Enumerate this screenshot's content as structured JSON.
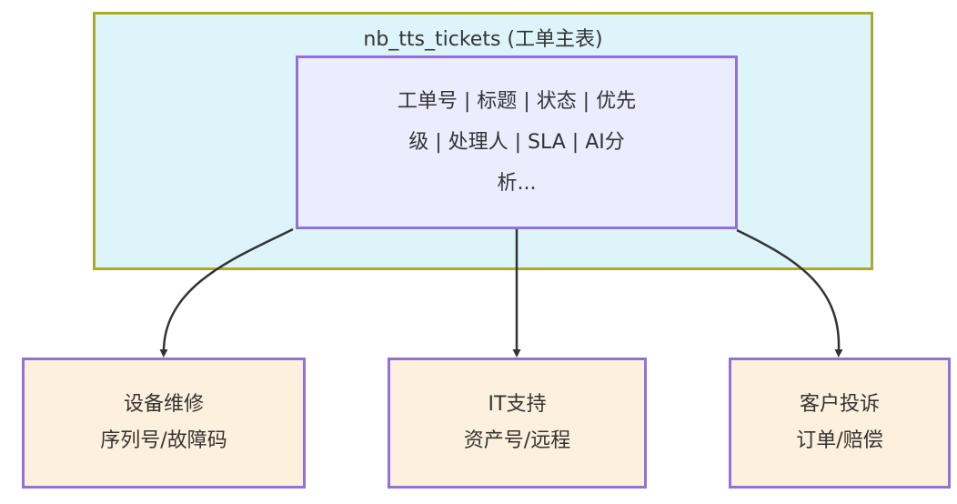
{
  "cluster": {
    "title": "nb_tts_tickets (工单主表)"
  },
  "main_node": {
    "lines": [
      "工单号 | 标题 | 状态 | 优先",
      "级 | 处理人 | SLA | AI分",
      "析..."
    ]
  },
  "leaf_nodes": [
    {
      "title": "设备维修",
      "subtitle": "序列号/故障码"
    },
    {
      "title": "IT支持",
      "subtitle": "资产号/远程"
    },
    {
      "title": "客户投诉",
      "subtitle": "订单/赔偿"
    }
  ],
  "colors": {
    "background": "#ffffff",
    "cluster_fill": "#ddf4fb",
    "cluster_stroke": "#aaaa33",
    "node_fill": "#ececff",
    "node_stroke": "#9370db",
    "leaf_fill": "#fdf0dc",
    "leaf_stroke": "#9370db",
    "arrow": "#333333",
    "text": "#333333"
  }
}
